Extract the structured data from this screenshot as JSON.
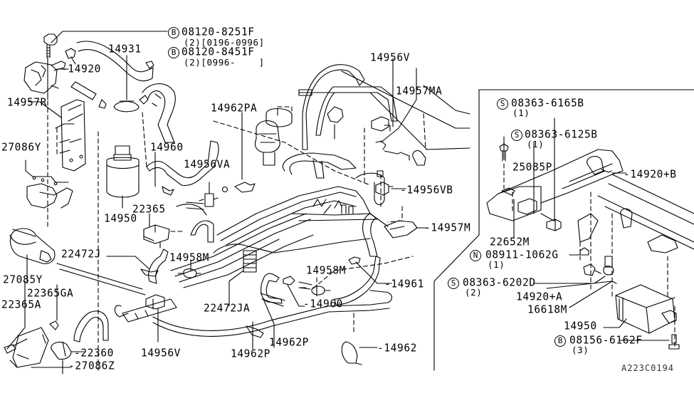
{
  "diagram": {
    "type": "parts-exploded-view",
    "subject": "Emission control piping / EVAP canister assembly",
    "reference_code": "A223C0194"
  },
  "callouts": {
    "fastener_b1": {
      "badge": "B",
      "part": "08120-8251F",
      "note": "(2)[0196-0996]"
    },
    "fastener_b2": {
      "badge": "B",
      "part": "08120-8451F",
      "note": "(2)[0996-    ]"
    },
    "p14931": "14931",
    "p14920": "-14920",
    "p14957R": "14957R",
    "p27086Y": "27086Y",
    "p14960_top": "14960",
    "p14950_left": "14950",
    "p22365": "22365",
    "p14956VA": "14956VA",
    "p14962PA": "14962PA",
    "p14956V_top": "14956V",
    "p14957MA": "14957MA",
    "p14956VB": "-14956VB",
    "p14957M": "-14957M",
    "p27085Y": "27085Y",
    "p22472J": "22472J",
    "p14958M_left": "14958M",
    "p22365GA": "22365GA",
    "p22365A": "22365A",
    "p22360": "-22360",
    "p27086Z": "-27086Z",
    "p14956V_bottom": "14956V",
    "p22472JA": "22472JA",
    "p14958M_mid": "14958M",
    "p14961": "-14961",
    "p14960_bottom": "-14960",
    "p14962P_mid": "14962P",
    "p14962P_low": "14962P",
    "p14962": "-14962"
  },
  "inset": {
    "s1": {
      "badge": "S",
      "part": "08363-6165B",
      "note": "(1)"
    },
    "s2": {
      "badge": "S",
      "part": "08363-6125B",
      "note": "(1)"
    },
    "p25085P": "25085P",
    "p14920B": "-14920+B",
    "p22652M": "22652M",
    "n1": {
      "badge": "N",
      "part": "08911-1062G",
      "note": "(1)"
    },
    "s3": {
      "badge": "S",
      "part": "08363-6202D",
      "note": "(2)"
    },
    "p14920A": "14920+A",
    "p16618M": "16618M",
    "p14950": "14950",
    "b3": {
      "badge": "B",
      "part": "08156-6162F",
      "note": "(3)"
    }
  }
}
